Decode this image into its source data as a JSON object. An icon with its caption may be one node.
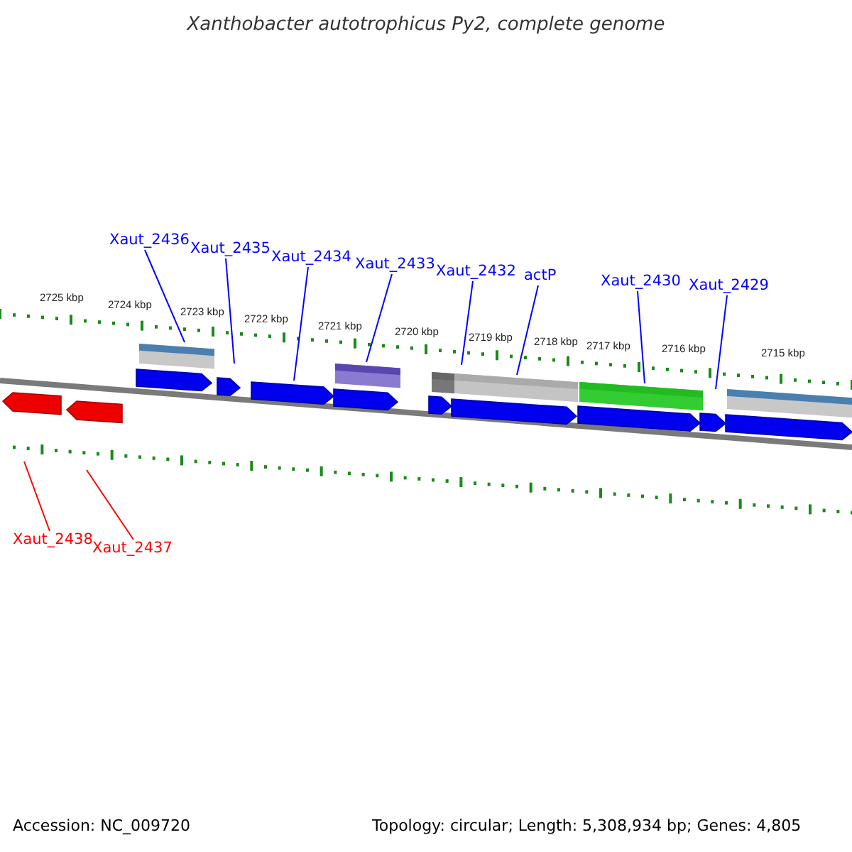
{
  "diagram": {
    "title": "Xanthobacter autotrophicus Py2, complete genome",
    "nodes": [
      {
        "text": [
          "Xaut_2436"
        ]
      },
      {
        "text": [
          "Xaut_2435"
        ]
      },
      {
        "text": [
          "Xaut_2434"
        ]
      },
      {
        "text": [
          "Xaut_2433"
        ]
      },
      {
        "text": [
          "Xaut_2432"
        ]
      },
      {
        "text": [
          "actP"
        ]
      },
      {
        "text": [
          "Xaut_2430"
        ]
      },
      {
        "text": [
          "Xaut_2429"
        ]
      },
      {
        "text": [
          "Xaut_2438"
        ]
      },
      {
        "text": [
          "Xaut_2437"
        ]
      }
    ],
    "edges": [
      {
        "from": 0,
        "to": null,
        "arrow": "none"
      },
      {
        "from": 1,
        "to": null,
        "arrow": "none"
      },
      {
        "from": 2,
        "to": null,
        "arrow": "none"
      },
      {
        "from": 3,
        "to": null,
        "arrow": "none"
      },
      {
        "from": 4,
        "to": null,
        "arrow": "none"
      },
      {
        "from": 5,
        "to": null,
        "arrow": "none"
      },
      {
        "from": 6,
        "to": null,
        "arrow": "none"
      },
      {
        "from": 7,
        "to": null,
        "arrow": "none"
      },
      {
        "from": 8,
        "to": null,
        "arrow": "none",
        "color": "#ff0000"
      },
      {
        "from": 9,
        "to": null,
        "arrow": "none",
        "color": "#ff0000"
      }
    ],
    "labels": [
      "2725 kbp",
      "2724 kbp",
      "2723 kbp",
      "2722 kbp",
      "2721 kbp",
      "2720 kbp",
      "2719 kbp",
      "2718 kbp",
      "2717 kbp",
      "2716 kbp",
      "2715 kbp",
      "Accession: NC_009720",
      "Topology: circular; Length: 5,308,934 bp; Genes: 4,805"
    ]
  }
}
